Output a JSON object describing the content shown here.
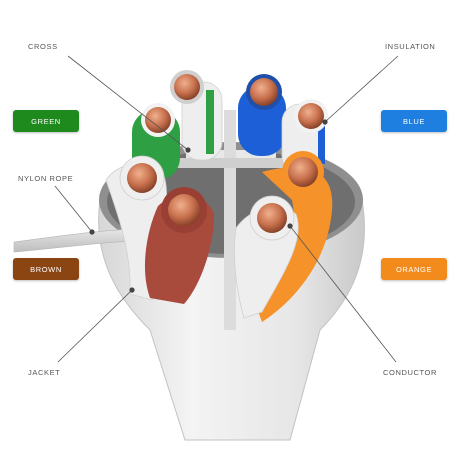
{
  "labels": {
    "cross": "CROSS",
    "insulation": "INSULATION",
    "nylon_rope": "NYLON ROPE",
    "jacket": "JACKET",
    "conductor": "CONDUCTOR"
  },
  "badges": {
    "green": {
      "text": "GREEN",
      "color": "#1e8a1e"
    },
    "brown": {
      "text": "BROWN",
      "color": "#8b4513"
    },
    "blue": {
      "text": "BLUE",
      "color": "#1e7fe0"
    },
    "orange": {
      "text": "ORANGE",
      "color": "#f28a1c"
    }
  },
  "wire_colors": {
    "green": "#2ea043",
    "blue": "#1c5fd6",
    "orange": "#f5922a",
    "brown": "#a84a3c",
    "white": "#eeeeee",
    "copper": "#c8714e"
  }
}
